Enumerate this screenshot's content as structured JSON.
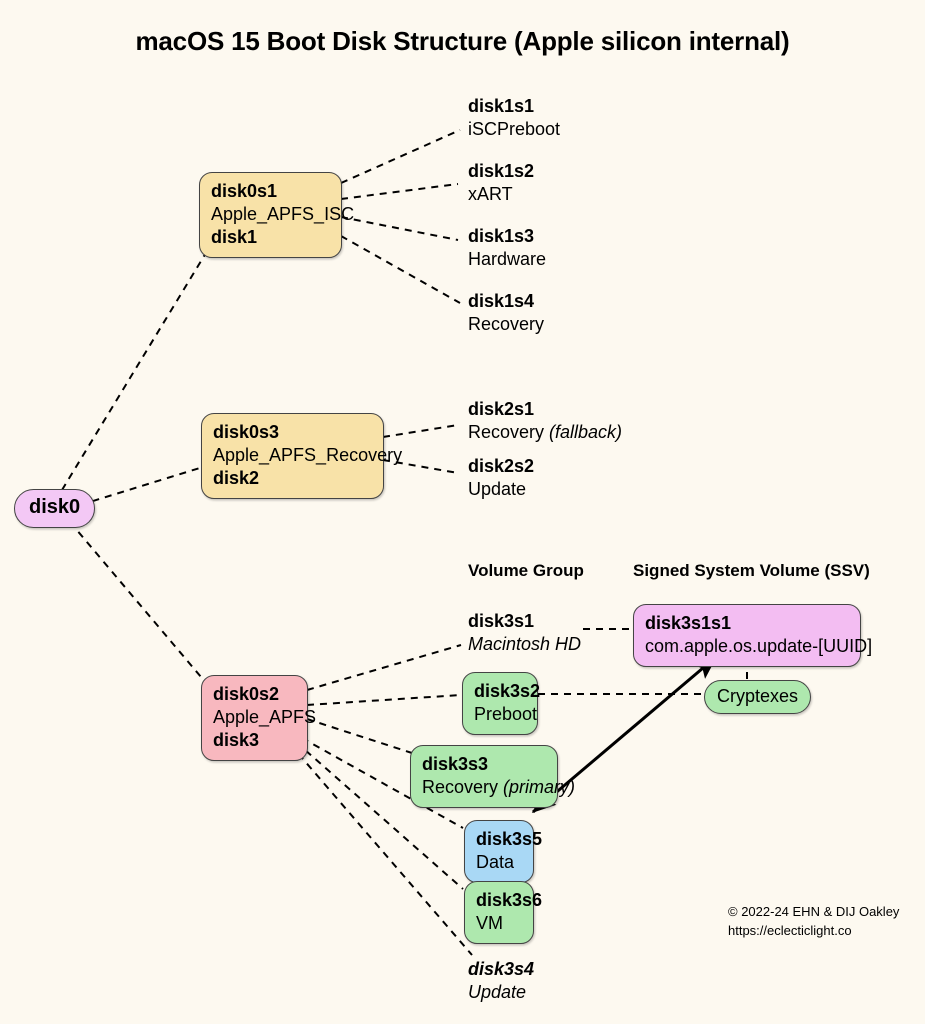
{
  "title": "macOS 15 Boot Disk Structure (Apple silicon internal)",
  "colors": {
    "background": "#fdf9f0",
    "disk0": "#f3c8f5",
    "container_isc": "#f8e2a8",
    "container_recovery": "#f8e2a8",
    "container_apfs": "#f8b8bf",
    "volume_system": "#aee8ae",
    "volume_data": "#a9d8f5",
    "ssv_snapshot": "#f3bdf2",
    "edge": "#000000"
  },
  "nodes": {
    "disk0": {
      "label": "disk0"
    },
    "disk0s1": {
      "slice": "disk0s1",
      "role": "Apple_APFS_ISC",
      "device": "disk1"
    },
    "disk0s3": {
      "slice": "disk0s3",
      "role": "Apple_APFS_Recovery",
      "device": "disk2"
    },
    "disk0s2": {
      "slice": "disk0s2",
      "role": "Apple_APFS",
      "device": "disk3"
    },
    "disk3s2": {
      "slice": "disk3s2",
      "name": "Preboot"
    },
    "disk3s3": {
      "slice": "disk3s3",
      "name": "Recovery ",
      "qualifier": "(primary)"
    },
    "disk3s5": {
      "slice": "disk3s5",
      "name": "Data"
    },
    "disk3s6": {
      "slice": "disk3s6",
      "name": "VM"
    },
    "disk3s1s1": {
      "slice": "disk3s1s1",
      "name": "com.apple.os.update-[UUID]"
    },
    "cryptexes": {
      "label": "Cryptexes"
    }
  },
  "leaves": {
    "disk1s1": {
      "slice": "disk1s1",
      "name": "iSCPreboot"
    },
    "disk1s2": {
      "slice": "disk1s2",
      "name": "xART"
    },
    "disk1s3": {
      "slice": "disk1s3",
      "name": "Hardware"
    },
    "disk1s4": {
      "slice": "disk1s4",
      "name": "Recovery"
    },
    "disk2s1": {
      "slice": "disk2s1",
      "name": "Recovery ",
      "qualifier": "(fallback)"
    },
    "disk2s2": {
      "slice": "disk2s2",
      "name": "Update"
    },
    "disk3s1": {
      "slice": "disk3s1",
      "name": "Macintosh HD"
    },
    "disk3s4": {
      "slice": "disk3s4",
      "name": "Update"
    }
  },
  "group_headers": {
    "volume_group": "Volume Group",
    "ssv": "Signed System Volume (SSV)"
  },
  "credit": {
    "line1": "© 2022-24 EHN & DIJ Oakley",
    "line2": "https://eclecticlight.co"
  }
}
